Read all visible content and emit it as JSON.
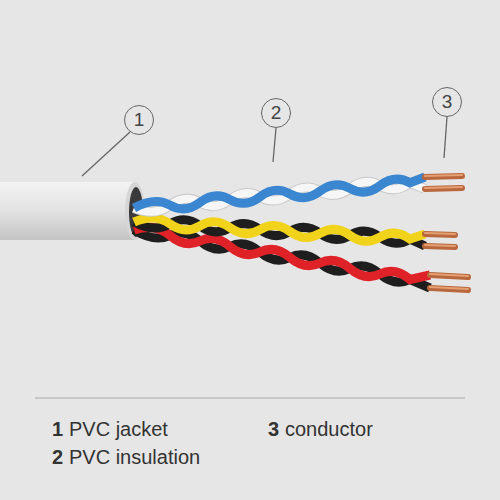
{
  "diagram": {
    "nodes": [
      {
        "text": [
          "1"
        ]
      },
      {
        "text": [
          "2"
        ]
      },
      {
        "text": [
          "3"
        ]
      }
    ],
    "labels": [
      "1",
      "PVC jacket",
      "3",
      "conductor",
      "2",
      "PVC insulation"
    ]
  }
}
